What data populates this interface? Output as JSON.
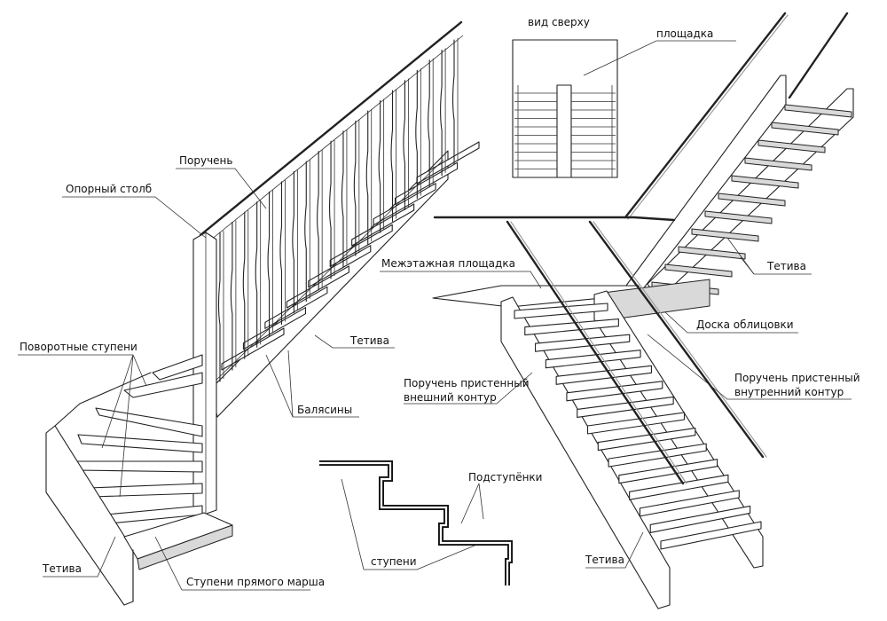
{
  "labels": {
    "top_view": "вид сверху",
    "landing": "площадка",
    "handrail": "Поручень",
    "newel_post": "Опорный столб",
    "winder_steps": "Поворотные ступени",
    "stringer_left": "Тетива",
    "straight_steps": "Ступени прямого марша",
    "stringer_mid": "Тетива",
    "balusters": "Балясины",
    "intermediate_landing": "Межэтажная площадка",
    "stringer_right": "Тетива",
    "facing_board": "Доска облицовки",
    "wall_rail_inner": [
      "Поручень пристенный",
      "внутренний контур"
    ],
    "wall_rail_outer": [
      "Поручень пристенный",
      "внешний контур"
    ],
    "risers": "Подступёнки",
    "treads": "ступени",
    "stringer_bottom": "Тетива"
  }
}
